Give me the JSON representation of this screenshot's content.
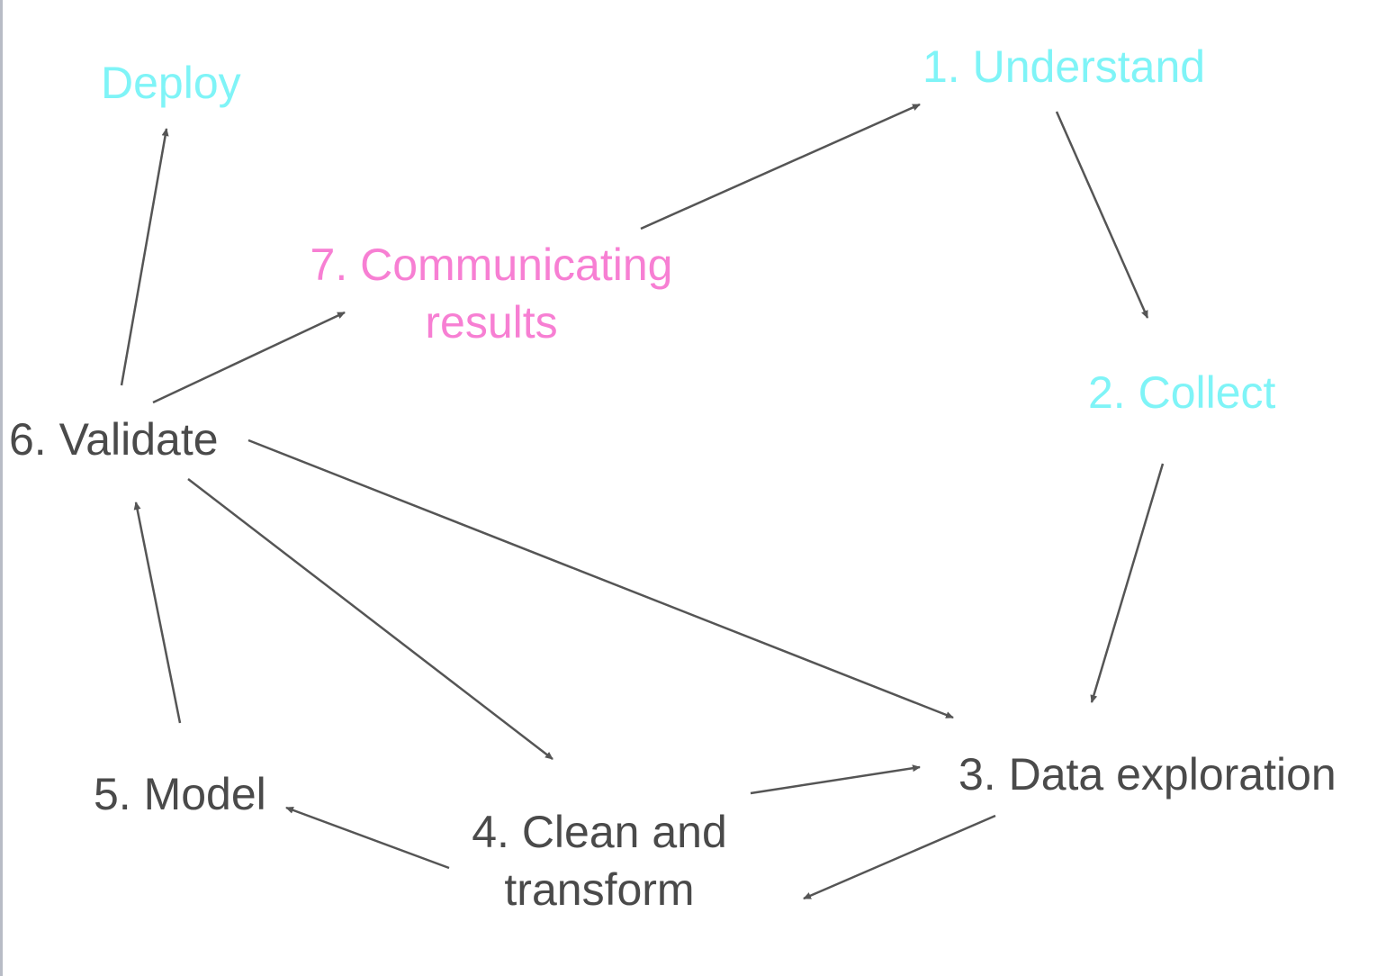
{
  "colors": {
    "cyan": "#7ff4f7",
    "pink": "#f77fd3",
    "dark": "#4a4a4a",
    "arrow": "#555555"
  },
  "nodes": {
    "deploy": {
      "label": "Deploy",
      "color": "cyan"
    },
    "understand": {
      "label": "1. Understand",
      "color": "cyan"
    },
    "collect": {
      "label": "2. Collect",
      "color": "cyan"
    },
    "data_exploration": {
      "label": "3. Data exploration",
      "color": "dark"
    },
    "clean_transform": {
      "line1": "4. Clean and",
      "line2": "transform",
      "color": "dark"
    },
    "model": {
      "label": "5. Model",
      "color": "dark"
    },
    "validate": {
      "label": "6. Validate",
      "color": "dark"
    },
    "communicating": {
      "line1": "7. Communicating",
      "line2": "results",
      "color": "pink"
    }
  },
  "edges": [
    {
      "from": "validate",
      "to": "deploy"
    },
    {
      "from": "validate",
      "to": "communicating"
    },
    {
      "from": "communicating",
      "to": "understand"
    },
    {
      "from": "understand",
      "to": "collect"
    },
    {
      "from": "collect",
      "to": "data_exploration"
    },
    {
      "from": "validate",
      "to": "data_exploration"
    },
    {
      "from": "validate",
      "to": "clean_transform"
    },
    {
      "from": "data_exploration",
      "to": "clean_transform"
    },
    {
      "from": "clean_transform",
      "to": "data_exploration"
    },
    {
      "from": "clean_transform",
      "to": "model"
    },
    {
      "from": "model",
      "to": "validate"
    }
  ]
}
